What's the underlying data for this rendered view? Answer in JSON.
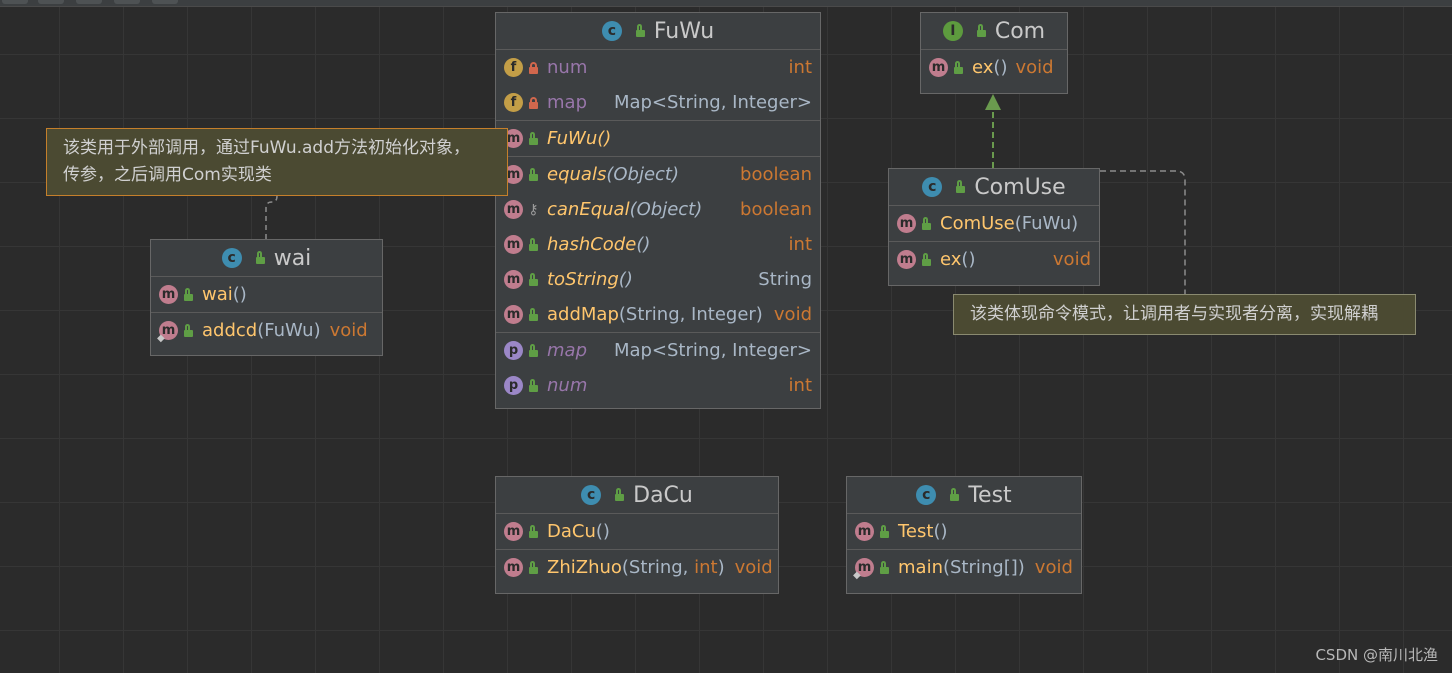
{
  "classes": {
    "fuwu": {
      "name": "FuWu",
      "kind": "C",
      "fields": [
        {
          "icon": "f",
          "name": "num",
          "type": "int"
        },
        {
          "icon": "f",
          "name": "map",
          "type": "Map<String, Integer>"
        }
      ],
      "constructors": [
        {
          "icon": "m",
          "name": "FuWu()"
        }
      ],
      "methods": [
        {
          "icon": "m",
          "name": "equals",
          "params": "(Object)",
          "type": "boolean"
        },
        {
          "icon": "m",
          "name": "canEqual",
          "params": "(Object)",
          "type": "boolean"
        },
        {
          "icon": "m",
          "name": "hashCode",
          "params": "()",
          "type": "int"
        },
        {
          "icon": "m",
          "name": "toString",
          "params": "()",
          "type": "String"
        },
        {
          "icon": "m",
          "name": "addMap",
          "params": "(String, Integer)",
          "type": "void"
        }
      ],
      "properties": [
        {
          "icon": "p",
          "name": "map",
          "type": "Map<String, Integer>"
        },
        {
          "icon": "p",
          "name": "num",
          "type": "int"
        }
      ]
    },
    "com": {
      "name": "Com",
      "kind": "I",
      "methods": [
        {
          "icon": "m",
          "name": "ex",
          "params": "()",
          "type": "void"
        }
      ]
    },
    "comuse": {
      "name": "ComUse",
      "kind": "C",
      "constructors": [
        {
          "icon": "m",
          "name": "ComUse",
          "params": "(FuWu)"
        }
      ],
      "methods": [
        {
          "icon": "m",
          "name": "ex",
          "params": "()",
          "type": "void"
        }
      ]
    },
    "wai": {
      "name": "wai",
      "kind": "C",
      "constructors": [
        {
          "icon": "m",
          "name": "wai",
          "params": "()"
        }
      ],
      "methods": [
        {
          "icon": "m",
          "name": "addcd",
          "params": "(FuWu)",
          "type": "void"
        }
      ]
    },
    "dacu": {
      "name": "DaCu",
      "kind": "C",
      "constructors": [
        {
          "icon": "m",
          "name": "DaCu",
          "params": "()"
        }
      ],
      "methods": [
        {
          "icon": "m",
          "name": "ZhiZhuo",
          "params_a": "(String, ",
          "params_b": "int",
          "params_c": ")",
          "type": "void"
        }
      ]
    },
    "test": {
      "name": "Test",
      "kind": "C",
      "constructors": [
        {
          "icon": "m",
          "name": "Test",
          "params": "()"
        }
      ],
      "methods": [
        {
          "icon": "m",
          "name": "main",
          "params": "(String[])",
          "type": "void"
        }
      ]
    }
  },
  "notes": {
    "note1_line1": "该类用于外部调用，通过FuWu.add方法初始化对象，",
    "note1_line2": "传参，之后调用Com实现类",
    "note2": "该类体现命令模式，让调用者与实现者分离，实现解耦"
  },
  "watermark": "CSDN @南川北渔",
  "colors": {
    "background": "#2b2b2b",
    "node_bg": "#3c3f41",
    "method_name": "#ffc66d",
    "field_name": "#9876aa",
    "type_keyword": "#cc7832",
    "class_icon": "#3e8db0",
    "interface_icon": "#5d9b3e",
    "method_icon": "#c07d8e",
    "field_icon": "#c39e47",
    "property_icon": "#9b87c7",
    "realization_edge": "#6a9a4e",
    "note_border": "#c57f2b"
  },
  "icons": {
    "class": "class-c-icon",
    "interface": "interface-i-icon",
    "method": "method-m-icon",
    "field": "field-f-icon",
    "property": "property-p-icon",
    "public": "public-lock-icon",
    "private": "private-lock-icon"
  }
}
